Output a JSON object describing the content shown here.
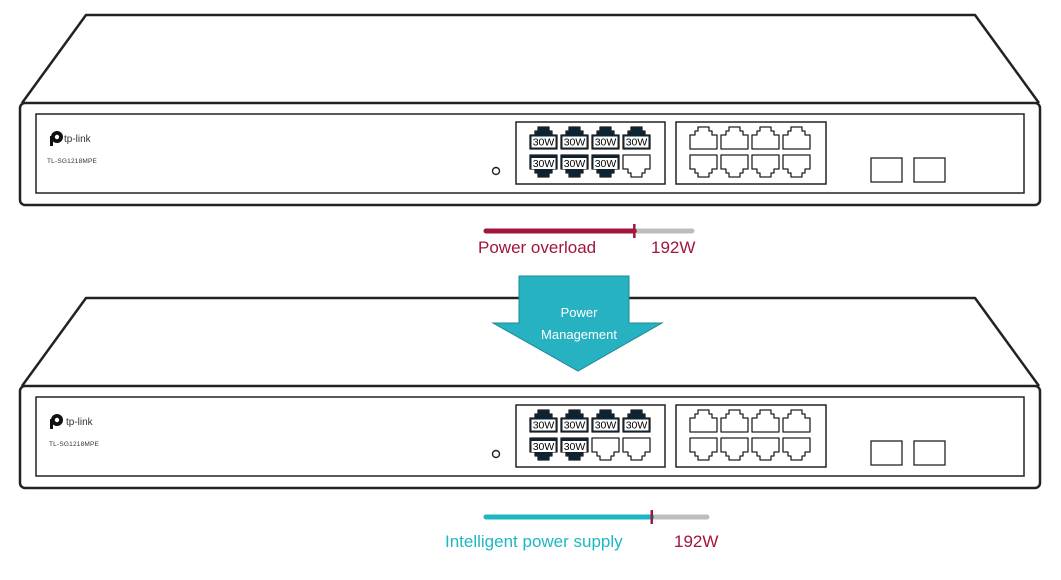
{
  "colors": {
    "overload": "#a1163b",
    "managed": "#1db7c4",
    "arrow": "#27b2c2",
    "bar_track": "#bdbdbd",
    "port_active": "#0b2333"
  },
  "icons": {
    "brand": "tp-link-logo-icon",
    "led": "power-led-icon",
    "arrow": "down-arrow-icon"
  },
  "switch_top": {
    "brand": "tp-link",
    "model": "TL-SG1218MPE",
    "poe_ports": [
      {
        "row": "top",
        "active": true,
        "label": "30W"
      },
      {
        "row": "top",
        "active": true,
        "label": "30W"
      },
      {
        "row": "top",
        "active": true,
        "label": "30W"
      },
      {
        "row": "top",
        "active": true,
        "label": "30W"
      },
      {
        "row": "bottom",
        "active": true,
        "label": "30W"
      },
      {
        "row": "bottom",
        "active": true,
        "label": "30W"
      },
      {
        "row": "bottom",
        "active": true,
        "label": "30W"
      },
      {
        "row": "bottom",
        "active": false,
        "label": ""
      }
    ],
    "load": {
      "label": "Power overload",
      "limit_label": "192W",
      "fill_fraction": 1.0,
      "marker_fraction": 0.72
    }
  },
  "arrow": {
    "line1": "Power",
    "line2": "Management"
  },
  "switch_bottom": {
    "brand": "tp-link",
    "model": "TL-SG1218MPE",
    "poe_ports": [
      {
        "row": "top",
        "active": true,
        "label": "30W"
      },
      {
        "row": "top",
        "active": true,
        "label": "30W"
      },
      {
        "row": "top",
        "active": true,
        "label": "30W"
      },
      {
        "row": "top",
        "active": true,
        "label": "30W"
      },
      {
        "row": "bottom",
        "active": true,
        "label": "30W"
      },
      {
        "row": "bottom",
        "active": true,
        "label": "30W"
      },
      {
        "row": "bottom",
        "active": false,
        "label": ""
      },
      {
        "row": "bottom",
        "active": false,
        "label": ""
      }
    ],
    "load": {
      "label": "Intelligent power supply",
      "limit_label": "192W",
      "fill_fraction": 0.75,
      "marker_fraction": 0.75
    }
  }
}
